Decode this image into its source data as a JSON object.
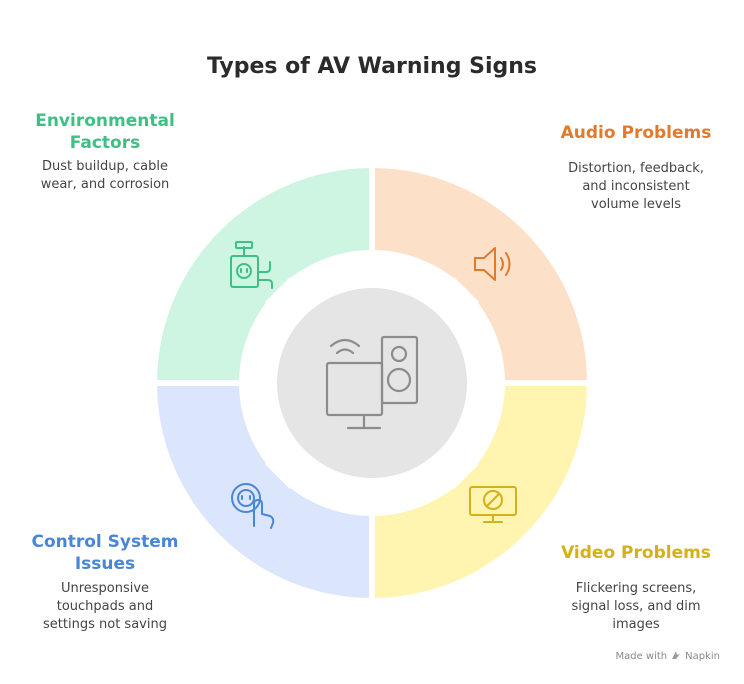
{
  "title": "Types of AV Warning Signs",
  "colors": {
    "environmental": "#3fbf84",
    "audio": "#e07a2e",
    "video": "#d4b01a",
    "control": "#4a86d6"
  },
  "segments": [
    {
      "id": "environmental",
      "heading_line1": "Environmental",
      "heading_line2": "Factors",
      "desc_line1": "Dust buildup, cable",
      "desc_line2": "wear, and corrosion",
      "icon": "outlet-plug-icon"
    },
    {
      "id": "audio",
      "heading_line1": "Audio Problems",
      "desc_line1": "Distortion, feedback,",
      "desc_line2": "and inconsistent",
      "desc_line3": "volume levels",
      "icon": "speaker-icon"
    },
    {
      "id": "video",
      "heading_line1": "Video Problems",
      "desc_line1": "Flickering screens,",
      "desc_line2": "signal loss, and dim",
      "desc_line3": "images",
      "icon": "monitor-no-signal-icon"
    },
    {
      "id": "control",
      "heading_line1": "Control System",
      "heading_line2": "Issues",
      "desc_line1": "Unresponsive",
      "desc_line2": "touchpads and",
      "desc_line3": "settings not saving",
      "icon": "touch-pointer-icon"
    }
  ],
  "center_icon": "monitor-speaker-icon",
  "footer": {
    "prefix": "Made with",
    "brand": "Napkin"
  }
}
